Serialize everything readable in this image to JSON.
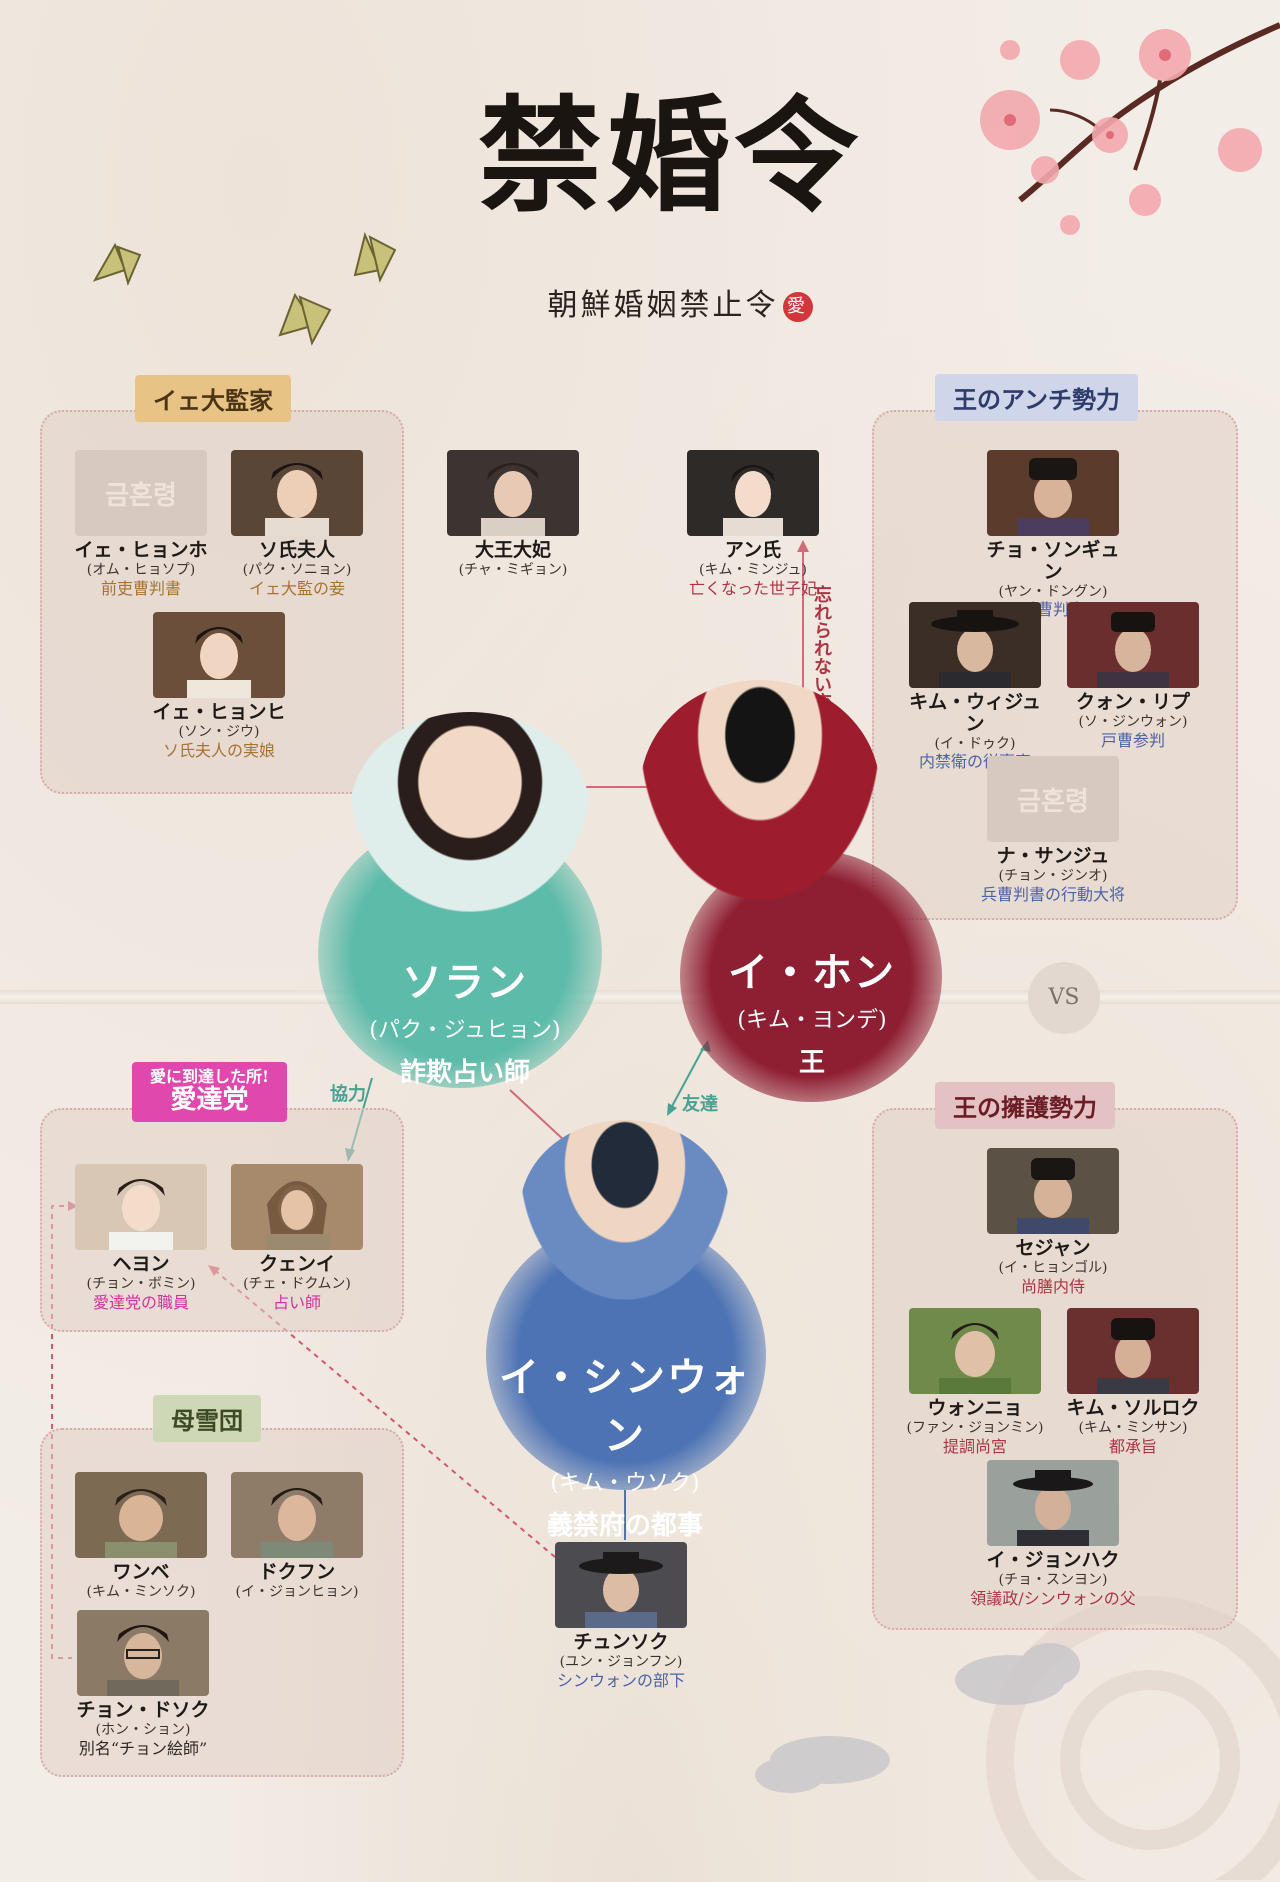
{
  "header": {
    "title": "禁婚令",
    "subtitle": "朝鮮婚姻禁止令",
    "seal": "愛"
  },
  "versus": "VS",
  "groups": {
    "ye_family": {
      "label": "イェ大監家"
    },
    "anti_king": {
      "label": "王のアンチ勢力"
    },
    "pro_king": {
      "label": "王の擁護勢力"
    },
    "aidal": {
      "label_small": "愛に到達した所!",
      "label": "愛達党"
    },
    "bosetsu": {
      "label": "母雪団"
    }
  },
  "relations": {
    "forgotten_love": "忘れられない恋",
    "cooperation": "協力",
    "friend": "友達"
  },
  "leads": {
    "soran": {
      "name": "ソラン",
      "actor": "(パク・ジュヒョン)",
      "role": "詐欺占い師",
      "color": "#4fb3a2"
    },
    "ihon": {
      "name": "イ・ホン",
      "actor": "(キム・ヨンデ)",
      "role": "王",
      "color": "#8e1f33"
    },
    "shinwon": {
      "name": "イ・シンウォン",
      "actor": "(キム・ウソク)",
      "role": "義禁府の都事",
      "color": "#4d73b4"
    }
  },
  "people": {
    "ye_hyonho": {
      "name": "イェ・ヒョンホ",
      "actor": "(オム・ヒョソプ)",
      "role": "前吏曹判書",
      "placeholder": "금혼령"
    },
    "so_fujin": {
      "name": "ソ氏夫人",
      "actor": "(パク・ソニョン)",
      "role": "イェ大監の妾"
    },
    "ye_hyonhi": {
      "name": "イェ・ヒョンヒ",
      "actor": "(ソン・ジウ)",
      "role": "ソ氏夫人の実娘"
    },
    "daiwang_daebi": {
      "name": "大王大妃",
      "actor": "(チャ・ミギョン)",
      "role": ""
    },
    "an_shi": {
      "name": "アン氏",
      "actor": "(キム・ミンジュ)",
      "role": "亡くなった世子妃"
    },
    "cho_songyun": {
      "name": "チョ・ソンギュン",
      "actor": "(ヤン・ドングン)",
      "role": "兵曹判書"
    },
    "kim_uijun": {
      "name": "キム・ウィジュン",
      "actor": "(イ・ドゥク)",
      "role": "内禁衛の従事官"
    },
    "kwon_ribu": {
      "name": "クォン・リプ",
      "actor": "(ソ・ジンウォン)",
      "role": "戸曹参判"
    },
    "na_sanju": {
      "name": "ナ・サンジュ",
      "actor": "(チョン・ジンオ)",
      "role": "兵曹判書の行動大将",
      "placeholder": "금혼령"
    },
    "heyon": {
      "name": "ヘヨン",
      "actor": "(チョン・ボミン)",
      "role": "愛達党の職員"
    },
    "kuenui": {
      "name": "クェンイ",
      "actor": "(チェ・ドクムン)",
      "role": "占い師"
    },
    "wanbe": {
      "name": "ワンベ",
      "actor": "(キム・ミンソク)",
      "role": ""
    },
    "dokufun": {
      "name": "ドクフン",
      "actor": "(イ・ジョンヒョン)",
      "role": ""
    },
    "chon_dokuson": {
      "name": "チョン・ドソク",
      "actor": "(ホン・ション)",
      "role": "別名“チョン絵師”"
    },
    "chunsoku": {
      "name": "チュンソク",
      "actor": "(ユン・ジョンフン)",
      "role": "シンウォンの部下"
    },
    "sejan": {
      "name": "セジャン",
      "actor": "(イ・ヒョンゴル)",
      "role": "尚膳内侍"
    },
    "wonnyo": {
      "name": "ウォンニョ",
      "actor": "(ファン・ジョンミン)",
      "role": "提調尚宮"
    },
    "kim_sorroku": {
      "name": "キム・ソルロク",
      "actor": "(キム・ミンサン)",
      "role": "都承旨"
    },
    "i_jonhaku": {
      "name": "イ・ジョンハク",
      "actor": "(チョ・スンヨン)",
      "role": "領議政/シンウォンの父"
    }
  }
}
